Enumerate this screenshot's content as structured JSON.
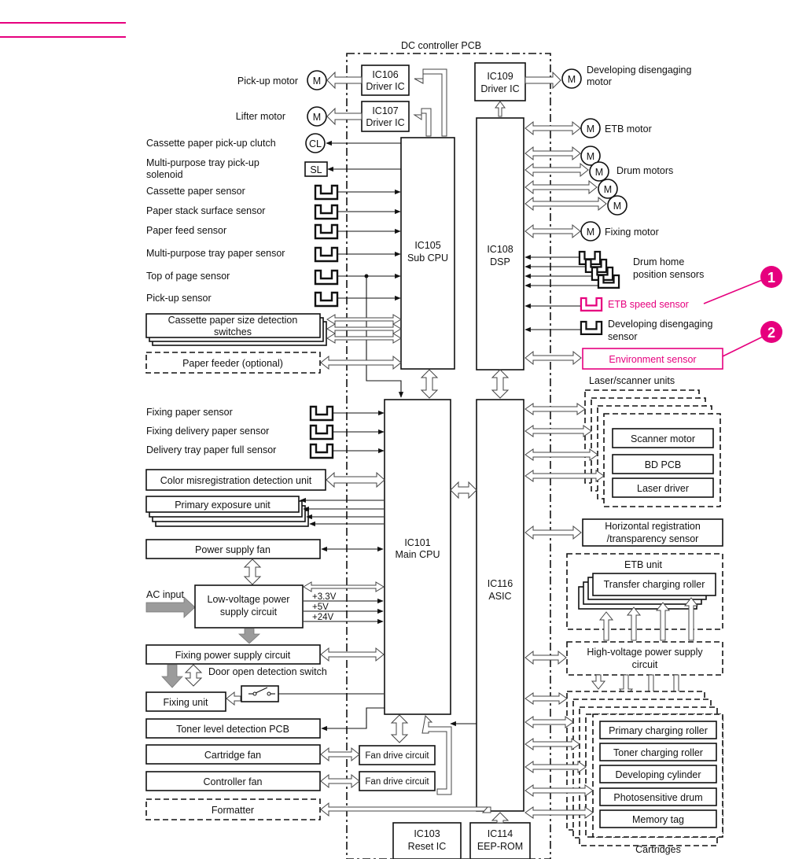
{
  "labels": {
    "dc_controller": "DC controller PCB",
    "pickup_motor": "Pick-up motor",
    "lifter_motor": "Lifter motor",
    "cassette_clutch": "Cassette paper pick-up clutch",
    "mp_solenoid_1": "Multi-purpose tray pick-up",
    "mp_solenoid_2": "solenoid",
    "cassette_paper_sensor": "Cassette paper sensor",
    "paper_stack_sensor": "Paper stack surface sensor",
    "paper_feed_sensor": "Paper feed sensor",
    "mp_paper_sensor": "Multi-purpose tray paper sensor",
    "top_of_page_sensor": "Top of page sensor",
    "pickup_sensor": "Pick-up sensor",
    "cassette_size_1": "Cassette paper size detection",
    "cassette_size_2": "switches",
    "paper_feeder": "Paper feeder (optional)",
    "fixing_paper_sensor": "Fixing paper sensor",
    "fixing_delivery_sensor": "Fixing delivery paper sensor",
    "delivery_full_sensor": "Delivery tray paper full sensor",
    "color_misreg": "Color misregistration detection unit",
    "primary_exposure": "Primary exposure unit",
    "power_supply_fan": "Power supply fan",
    "ac_input": "AC input",
    "lv_power_1": "Low-voltage power",
    "lv_power_2": "supply circuit",
    "v33": "+3.3V",
    "v5": "+5V",
    "v24": "+24V",
    "fixing_power": "Fixing power supply circuit",
    "door_switch": "Door open detection switch",
    "fixing_unit": "Fixing unit",
    "toner_level": "Toner level detection PCB",
    "cartridge_fan": "Cartridge fan",
    "controller_fan": "Controller fan",
    "fan_drive_1": "Fan drive circuit",
    "fan_drive_2": "Fan drive circuit",
    "formatter": "Formatter",
    "ic106_1": "IC106",
    "ic106_2": "Driver IC",
    "ic107_1": "IC107",
    "ic107_2": "Driver IC",
    "ic109_1": "IC109",
    "ic109_2": "Driver IC",
    "ic105_1": "IC105",
    "ic105_2": "Sub CPU",
    "ic108_1": "IC108",
    "ic108_2": "DSP",
    "ic101_1": "IC101",
    "ic101_2": "Main CPU",
    "ic116_1": "IC116",
    "ic116_2": "ASIC",
    "ic103_1": "IC103",
    "ic103_2": "Reset IC",
    "ic114_1": "IC114",
    "ic114_2": "EEP-ROM",
    "dev_disengaging_motor_1": "Developing disengaging",
    "dev_disengaging_motor_2": "motor",
    "etb_motor": "ETB motor",
    "drum_motors": "Drum motors",
    "fixing_motor": "Fixing motor",
    "drum_home_1": "Drum home",
    "drum_home_2": "position sensors",
    "etb_speed_sensor": "ETB speed sensor",
    "dev_disengaging_sensor_1": "Developing disengaging",
    "dev_disengaging_sensor_2": "sensor",
    "environment_sensor": "Environment sensor",
    "laser_scanner_units": "Laser/scanner units",
    "scanner_motor": "Scanner motor",
    "bd_pcb": "BD PCB",
    "laser_driver": "Laser driver",
    "horiz_reg_1": "Horizontal registration",
    "horiz_reg_2": "/transparency sensor",
    "etb_unit": "ETB unit",
    "transfer_roller": "Transfer charging roller",
    "hv_power_1": "High-voltage power supply",
    "hv_power_2": "circuit",
    "primary_roller": "Primary charging roller",
    "toner_roller": "Toner charging roller",
    "developing_cylinder": "Developing cylinder",
    "photosensitive_drum": "Photosensitive drum",
    "memory_tag": "Memory tag",
    "cartridges": "Cartridges",
    "motor_symbol": "M",
    "clutch_symbol": "CL",
    "solenoid_symbol": "SL",
    "callout_1": "1",
    "callout_2": "2"
  },
  "colors": {
    "callout": "#e6007e",
    "lines": "#111111",
    "power_arrow": "#9b9b9b"
  }
}
